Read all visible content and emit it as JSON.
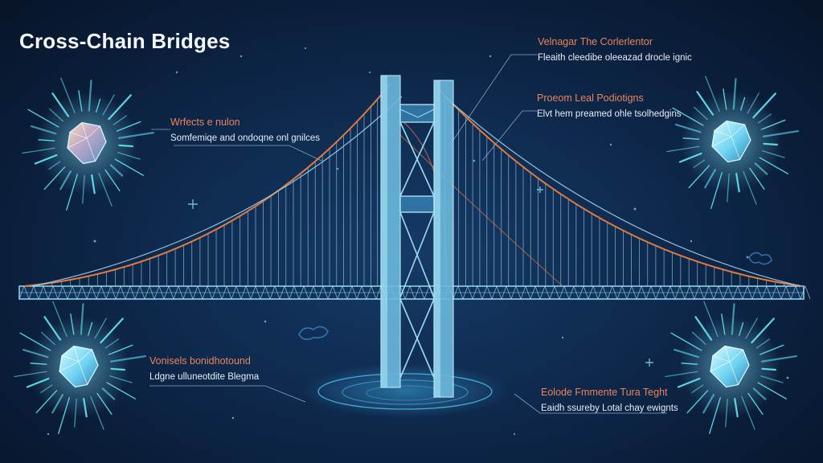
{
  "title": "Cross-Chain Bridges",
  "callouts": {
    "top_left": {
      "heading": "Wrfects e nulon",
      "text": "Somfemiqe and ondoqne onl gnilces"
    },
    "top_right_1": {
      "heading": "Velnagar The Corlerlentor",
      "text": "Fleaith cleedibe oleeazad drocle ignic"
    },
    "top_right_2": {
      "heading": "Proeom Leal Podiotigns",
      "text": "Elvt hem preamed ohle tsolhedgins"
    },
    "bottom_left": {
      "heading": "Vonisels bonidhotound",
      "text": "Ldgne ulluneotdite Blegma"
    },
    "bottom_right": {
      "heading": "Eolode Fmmente Tura Teght",
      "text": "Eaidh ssureby Lotal chay ewignts"
    }
  },
  "colors": {
    "background": "#0b1f3a",
    "tower": "#7fc7e6",
    "cable_main": "#e07a3f",
    "hangers": "#8fd1e8",
    "callout_heading": "#e9835a",
    "callout_text": "#e6edf5",
    "gem": "#8ee6ff"
  },
  "icons": [
    "gem-icon",
    "starburst-icon",
    "sparkle-icon"
  ]
}
